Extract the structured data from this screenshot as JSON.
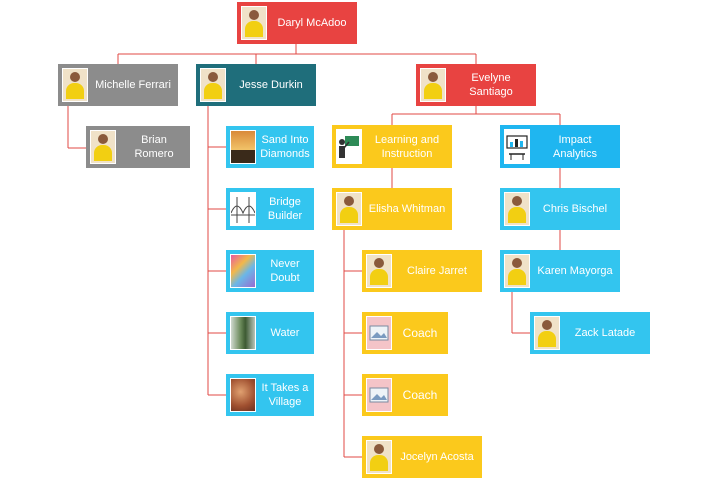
{
  "colors": {
    "line": "#e04a44",
    "red": "#e84341",
    "gray": "#8c8c8c",
    "teal": "#1f6e7b",
    "gold": "#fbc91c",
    "cyan": "#33c5ef"
  },
  "nodes": {
    "daryl": {
      "name": "Daryl McAdoo",
      "icon": "person-photo"
    },
    "michelle": {
      "name": "Michelle Ferrari",
      "icon": "person-photo"
    },
    "brian": {
      "name": "Brian\nRomero",
      "icon": "person-photo"
    },
    "jesse": {
      "name": "Jesse Durkin",
      "icon": "person-photo"
    },
    "sand": {
      "name": "Sand Into\nDiamonds",
      "icon": "sunset-photo"
    },
    "bridge": {
      "name": "Bridge\nBuilder",
      "icon": "bridge-image"
    },
    "never": {
      "name": "Never\nDoubt",
      "icon": "colorful-art-image"
    },
    "water": {
      "name": "Water",
      "icon": "tree-photo"
    },
    "village": {
      "name": "It Takes a\nVillage",
      "icon": "village-photo"
    },
    "evelyne": {
      "name": "Evelyne\nSantiago",
      "icon": "person-photo"
    },
    "learning": {
      "name": "Learning and\nInstruction",
      "icon": "teacher-icon"
    },
    "elisha": {
      "name": "Elisha Whitman",
      "icon": "person-photo"
    },
    "claire": {
      "name": "Claire Jarret",
      "icon": "person-photo"
    },
    "coach1": {
      "name": "Coach",
      "icon": "image-placeholder-icon"
    },
    "coach2": {
      "name": "Coach",
      "icon": "image-placeholder-icon"
    },
    "jocelyn": {
      "name": "Jocelyn Acosta",
      "icon": "person-photo"
    },
    "impact": {
      "name": "Impact\nAnalytics",
      "icon": "analytics-icon"
    },
    "chris": {
      "name": "Chris Bischel",
      "icon": "person-photo"
    },
    "karen": {
      "name": "Karen Mayorga",
      "icon": "person-photo"
    },
    "zack": {
      "name": "Zack Latade",
      "icon": "person-photo"
    }
  }
}
